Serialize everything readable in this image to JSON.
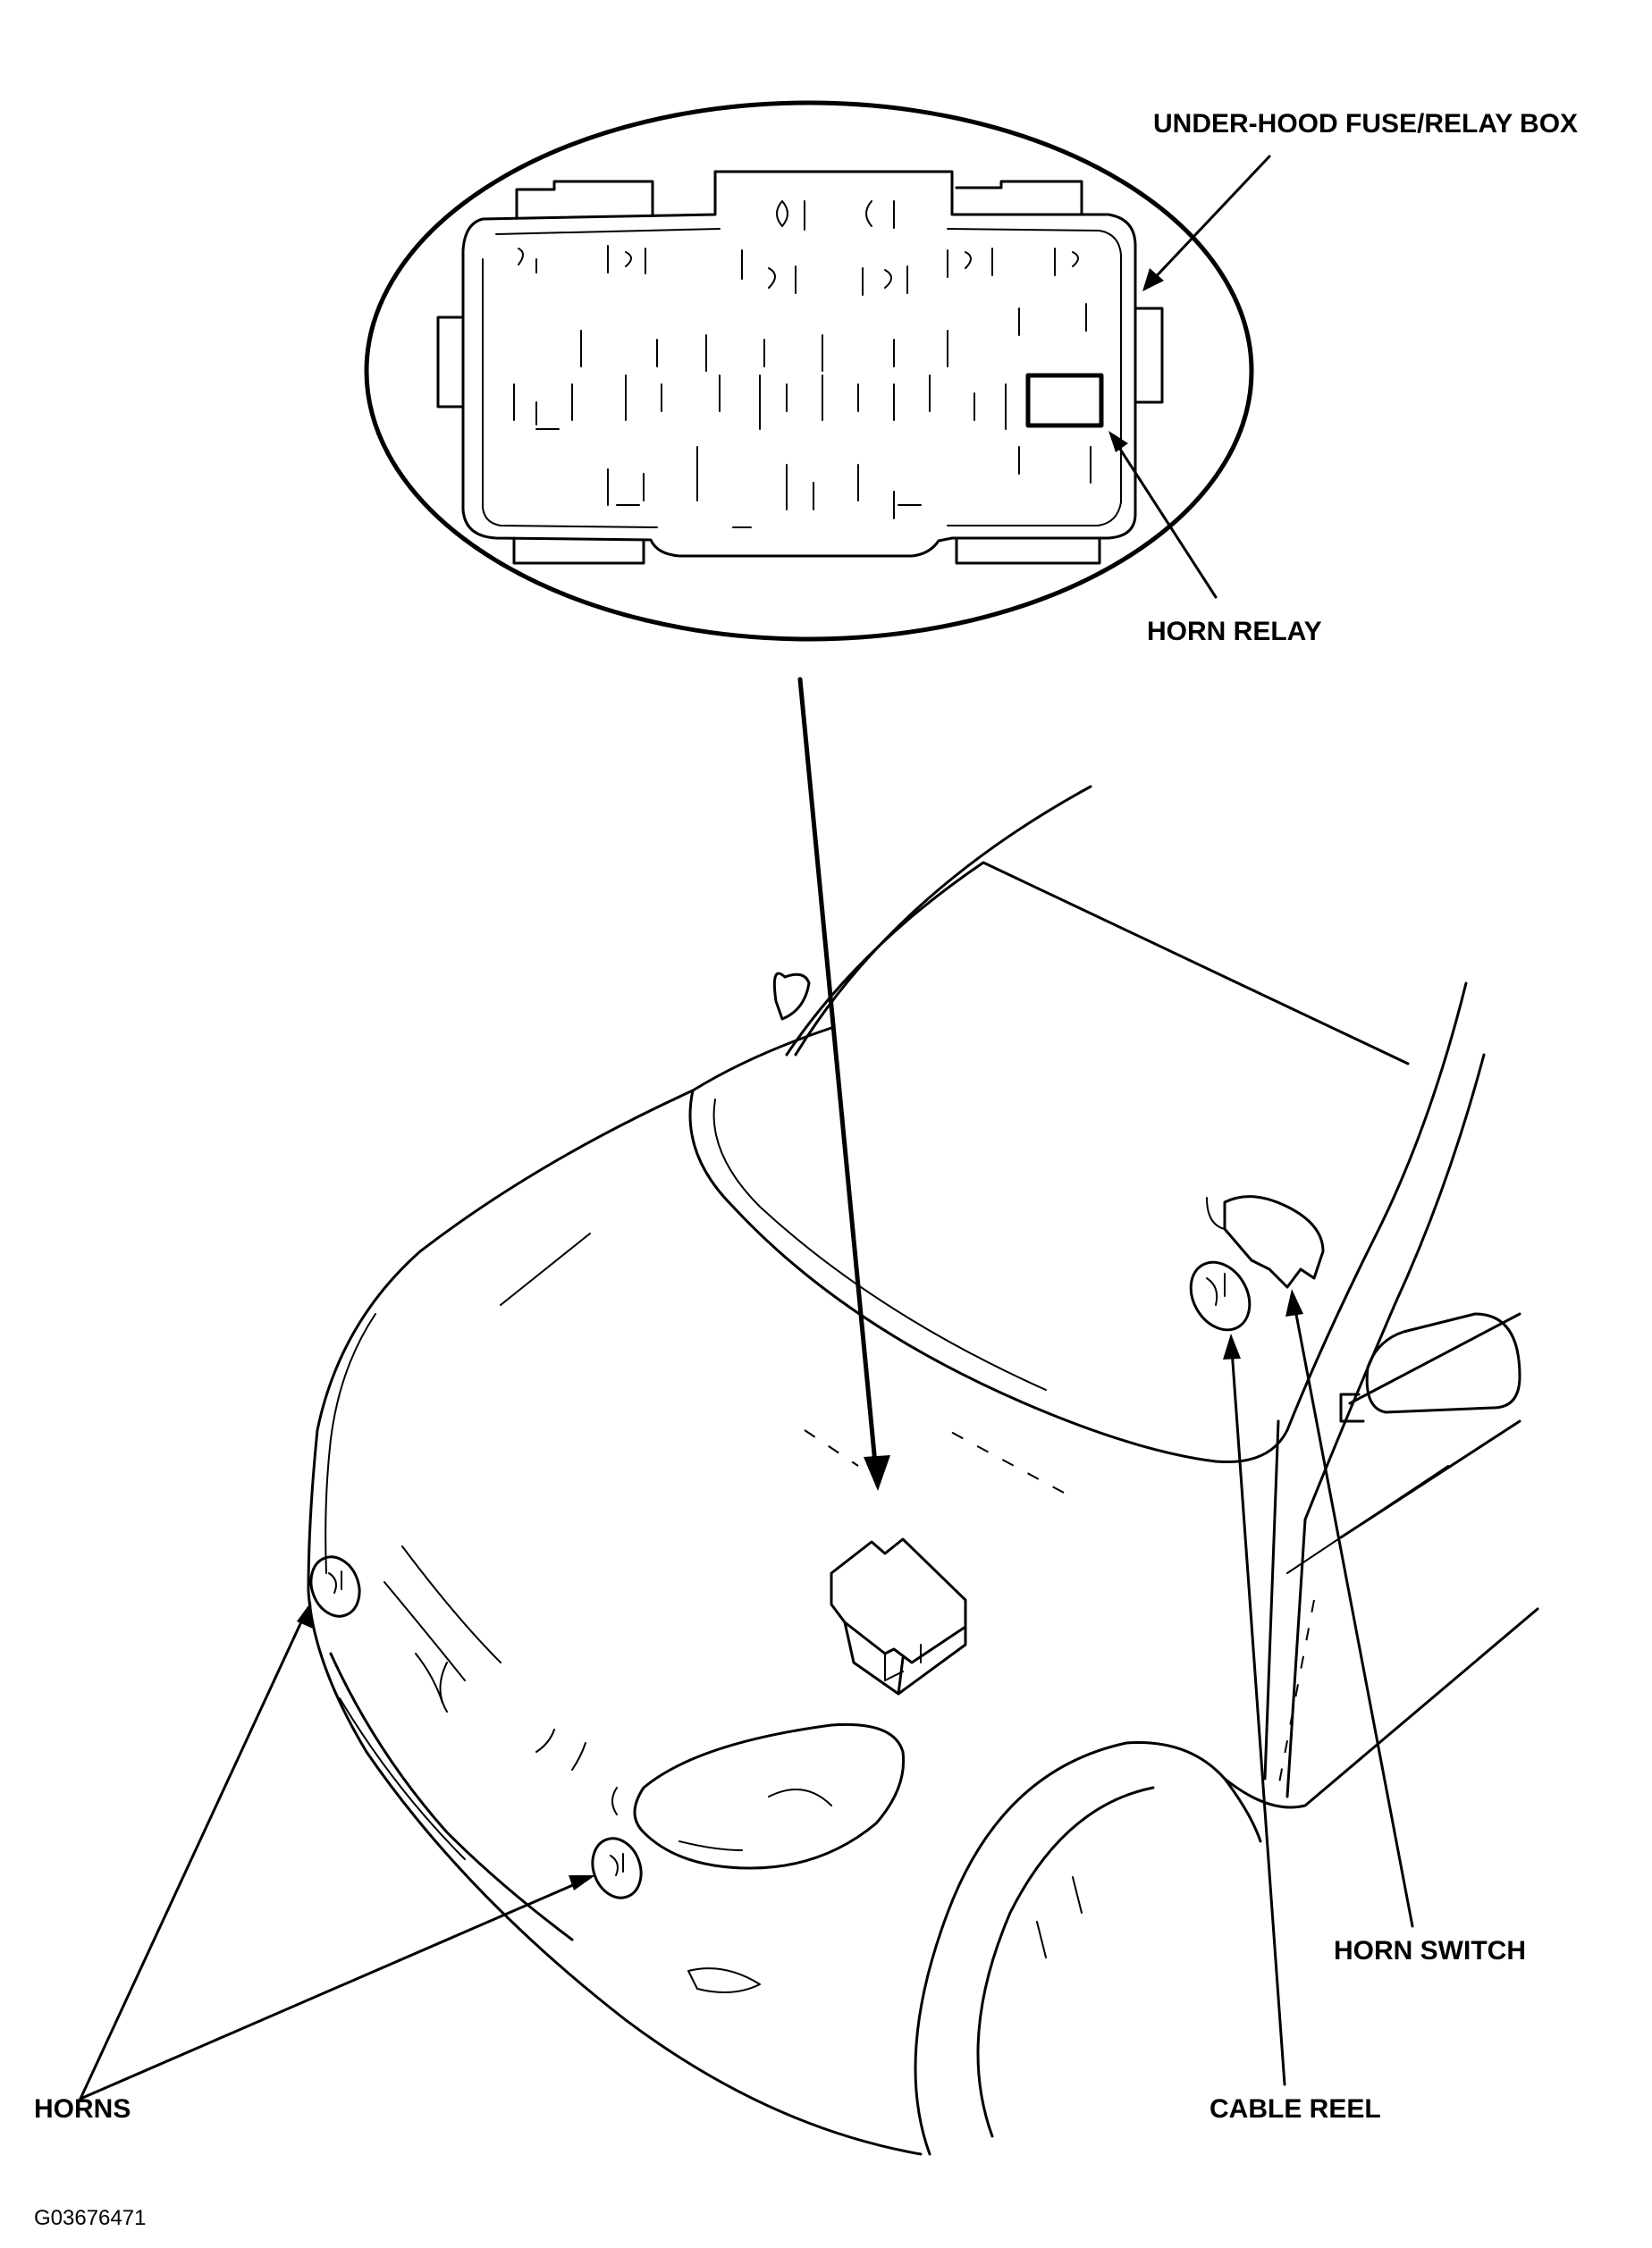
{
  "labels": {
    "fuse_box": "UNDER-HOOD FUSE/RELAY BOX",
    "horn_relay": "HORN RELAY",
    "horn_switch": "HORN SWITCH",
    "cable_reel": "CABLE REEL",
    "horns": "HORNS"
  },
  "figure_code": "G03676471",
  "colors": {
    "ink": "#000000",
    "paper": "#ffffff"
  }
}
